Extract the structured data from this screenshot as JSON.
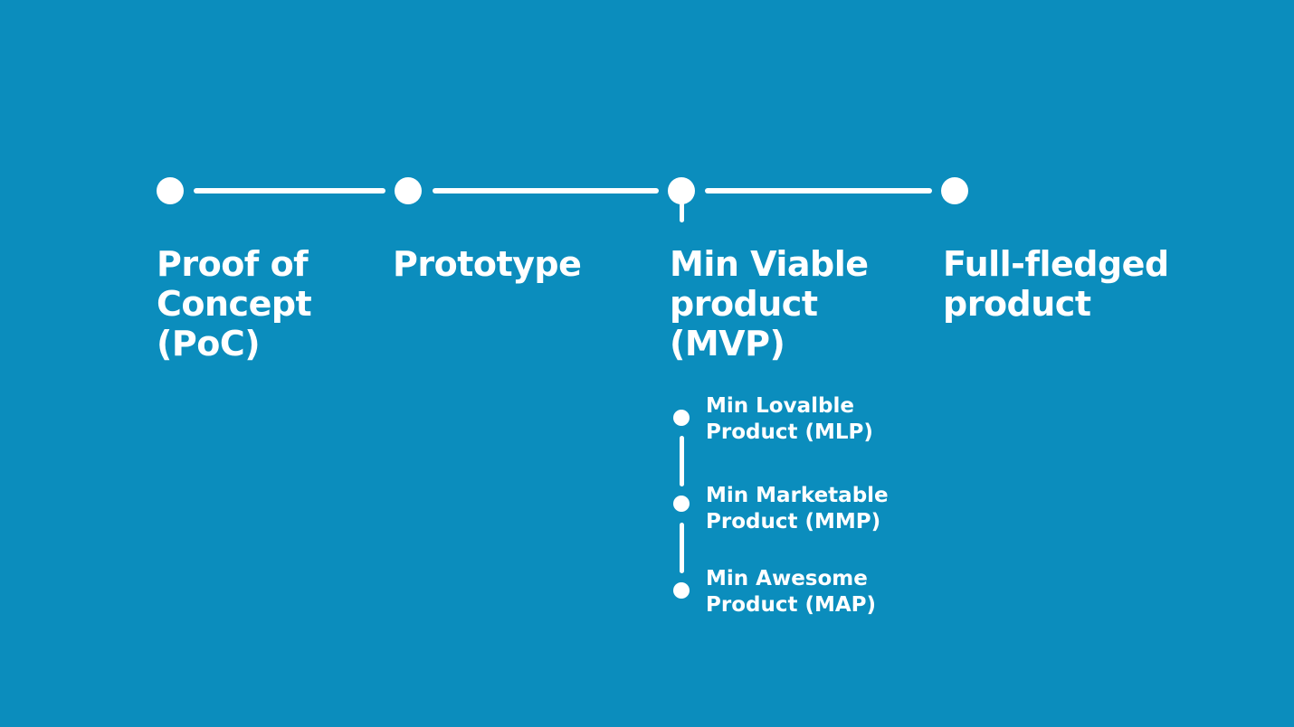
{
  "colors": {
    "background": "#0b8dbd",
    "foreground": "#ffffff"
  },
  "stages": [
    {
      "line1": "Proof of",
      "line2": "Concept",
      "line3": "(PoC)"
    },
    {
      "line1": "Prototype",
      "line2": "",
      "line3": ""
    },
    {
      "line1": "Min Viable",
      "line2": "product",
      "line3": "(MVP)"
    },
    {
      "line1": "Full-fledged",
      "line2": "product",
      "line3": ""
    }
  ],
  "mvp_variants": [
    {
      "line1": "Min Lovalble",
      "line2": "Product (MLP)"
    },
    {
      "line1": "Min Marketable",
      "line2": "Product (MMP)"
    },
    {
      "line1": "Min Awesome",
      "line2": "Product (MAP)"
    }
  ]
}
